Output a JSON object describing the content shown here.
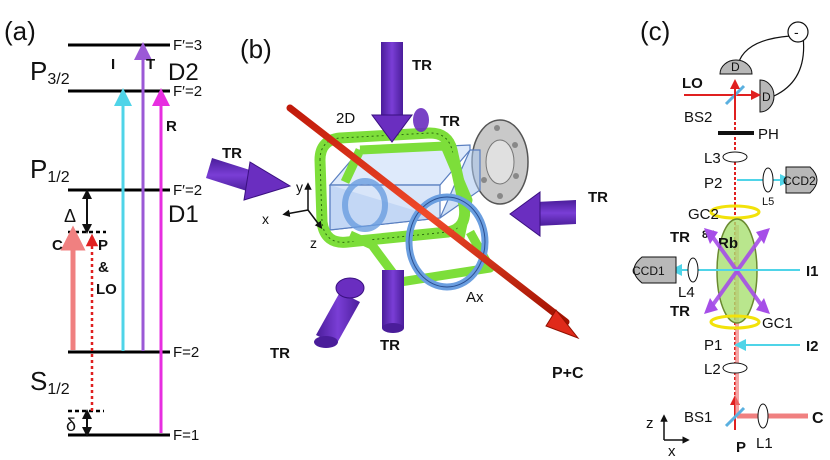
{
  "panels": {
    "a": {
      "label": "(a)",
      "levels": {
        "F3p": "F′=3",
        "F2p_upper": "F′=2",
        "F2p_lower": "F′=2",
        "F2": "F=2",
        "F1": "F=1"
      },
      "states": {
        "p32_main": "P",
        "p32_sub": "3/2",
        "p12_main": "P",
        "p12_sub": "1/2",
        "s12_main": "S",
        "s12_sub": "1/2"
      },
      "lines": {
        "d2": "D2",
        "d1": "D1"
      },
      "beams": {
        "I": "I",
        "T": "T",
        "R": "R",
        "C": "C",
        "P": "P",
        "amp": "&",
        "LO": "LO"
      },
      "detunings": {
        "Delta": "Δ",
        "delta": "δ"
      },
      "colors": {
        "I": "#4fd4e8",
        "T": "#9b59d6",
        "R": "#e72ee0",
        "C": "#f08080",
        "P": "#e02020"
      }
    },
    "b": {
      "label": "(b)",
      "beams": {
        "tr_top": "TR",
        "tr_top_right": "TR",
        "tr_left": "TR",
        "tr_right": "TR",
        "tr_bottom_left": "TR",
        "tr_bottom": "TR"
      },
      "coils": {
        "two_d": "2D",
        "axial": "Ax"
      },
      "beam_pc": "P+C",
      "axes": {
        "x": "x",
        "y": "y",
        "z": "z"
      },
      "colors": {
        "tr": "#6a2ec0",
        "coil_green": "#7dde3a",
        "coil_blue": "#6a9ee0",
        "beam_red": "#e02a1a"
      }
    },
    "c": {
      "label": "(c)",
      "detectors": {
        "d_top": "D",
        "d_right": "D",
        "minus": "-"
      },
      "labels": {
        "LO": "LO",
        "BS2": "BS2",
        "PH": "PH",
        "L3": "L3",
        "P2": "P2",
        "L5": "L5",
        "CCD2": "CCD2",
        "GC2": "GC2",
        "TR_top": "TR",
        "rb_sup": "87",
        "rb": "Rb",
        "CCD1": "CCD1",
        "L4": "L4",
        "I1": "I1",
        "TR_bottom": "TR",
        "GC1": "GC1",
        "P1": "P1",
        "I2": "I2",
        "L2": "L2",
        "BS1": "BS1",
        "L1": "L1",
        "C": "C",
        "P": "P",
        "z": "z",
        "x": "x"
      },
      "colors": {
        "probe": "#e02020",
        "imaging": "#4fd4e8",
        "control": "#f08080",
        "gc": "#f2e20a",
        "cell": "#a8e070",
        "tr": "#a64ee8"
      }
    }
  }
}
